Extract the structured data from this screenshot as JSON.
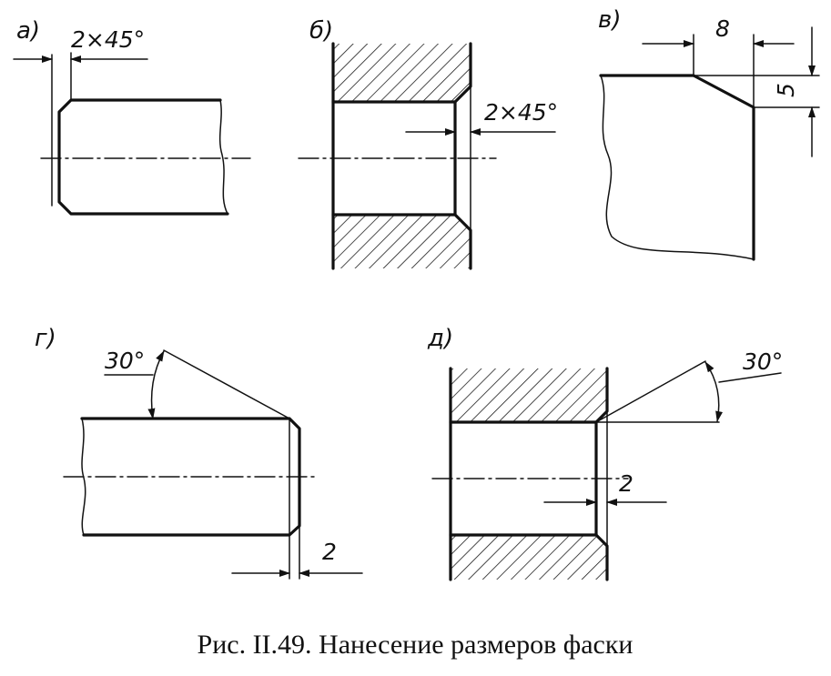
{
  "figures": {
    "a": {
      "label": "а)",
      "dim": "2×45°"
    },
    "b": {
      "label": "б)",
      "dim": "2×45°"
    },
    "v": {
      "label": "в)",
      "dim_width": "8",
      "dim_height": "5"
    },
    "g": {
      "label": "г)",
      "angle": "30°",
      "dim": "2"
    },
    "d": {
      "label": "д)",
      "angle": "30°",
      "dim": "2"
    }
  },
  "caption": "Рис. II.49. Нанесение размеров фаски"
}
